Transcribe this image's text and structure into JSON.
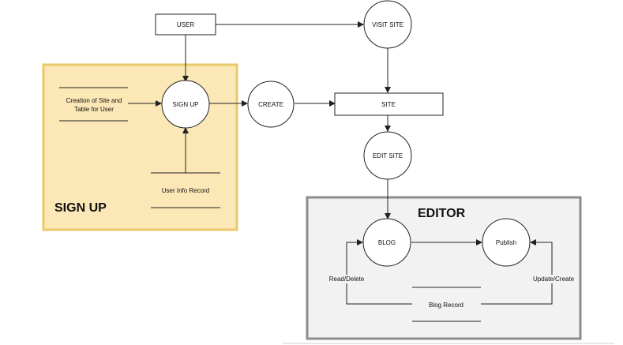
{
  "groups": {
    "signup": {
      "title": "SIGN UP",
      "fill": "#fce7b6",
      "stroke": "#e8c96b"
    },
    "editor": {
      "title": "EDITOR",
      "fill": "#f2f2f2",
      "stroke": "#8c8c8c"
    }
  },
  "entities": {
    "user": "USER",
    "site": "SITE"
  },
  "processes": {
    "visit_site": "VISIT SITE",
    "sign_up": "SIGN UP",
    "create": "CREATE",
    "edit_site": "EDIT SITE",
    "blog": "BLOG",
    "publish": "Publish"
  },
  "data_stores": {
    "creation_line1": "Creation of Site and",
    "creation_line2": "Table for User",
    "user_info": "User Info Record",
    "blog_record": "Blog Record"
  },
  "flow_labels": {
    "read_delete": "Read/Delete",
    "update_create": "Update/Create"
  }
}
